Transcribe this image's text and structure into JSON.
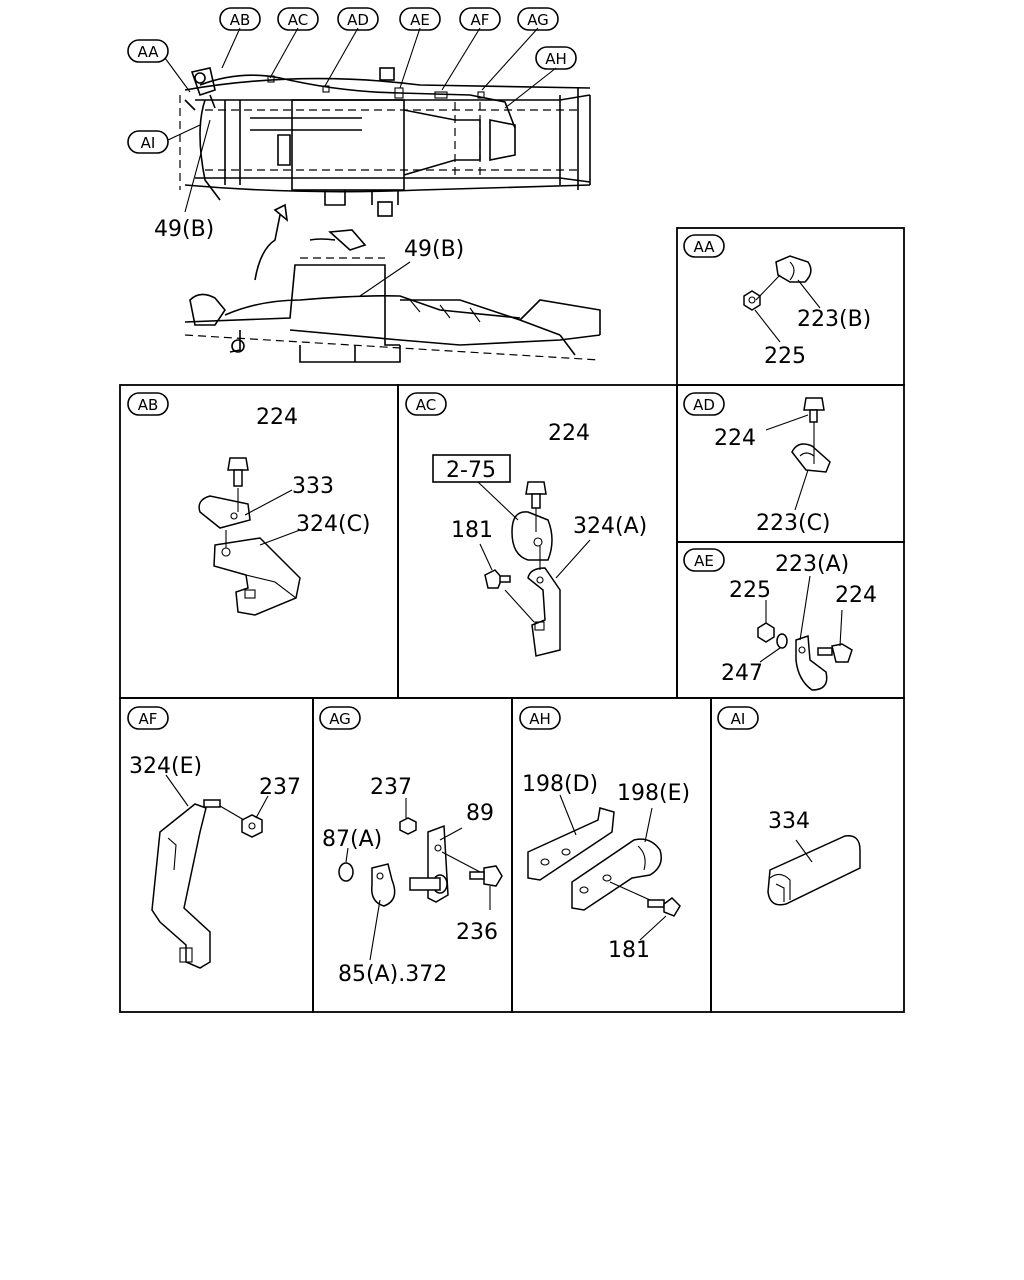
{
  "callouts": {
    "aa": "AA",
    "ab": "AB",
    "ac": "AC",
    "ad": "AD",
    "ae": "AE",
    "af": "AF",
    "ag": "AG",
    "ah": "AH",
    "ai": "AI"
  },
  "overview": {
    "label_49b_top": "49(B)",
    "label_49b_mid": "49(B)"
  },
  "panels": {
    "aa": {
      "badge": "AA",
      "parts": [
        "223(B)",
        "225"
      ]
    },
    "ab": {
      "badge": "AB",
      "parts": [
        "224",
        "333",
        "324(C)"
      ]
    },
    "ac": {
      "badge": "AC",
      "ref_box": "2-75",
      "parts": [
        "224",
        "324(A)",
        "181"
      ]
    },
    "ad": {
      "badge": "AD",
      "parts": [
        "224",
        "223(C)"
      ]
    },
    "ae": {
      "badge": "AE",
      "parts": [
        "223(A)",
        "225",
        "224",
        "247"
      ]
    },
    "af": {
      "badge": "AF",
      "parts": [
        "324(E)",
        "237"
      ]
    },
    "ag": {
      "badge": "AG",
      "parts": [
        "237",
        "89",
        "87(A)",
        "236",
        "85(A).372"
      ]
    },
    "ah": {
      "badge": "AH",
      "parts": [
        "198(D)",
        "198(E)",
        "181"
      ]
    },
    "ai": {
      "badge": "AI",
      "parts": [
        "334"
      ]
    }
  }
}
